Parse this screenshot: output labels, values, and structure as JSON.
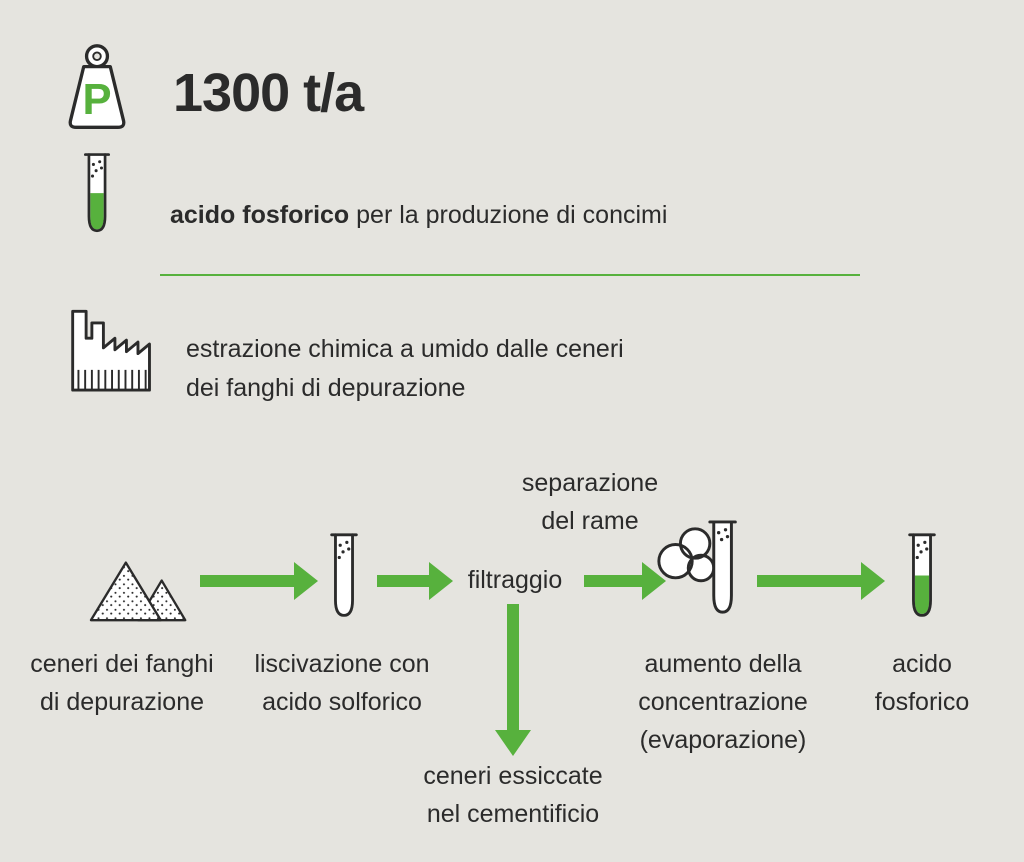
{
  "colors": {
    "green": "#57b13d",
    "background": "#e5e4df",
    "text": "#2b2b2b"
  },
  "header": {
    "element_symbol": "P",
    "amount": "1300 t/a",
    "product_bold": "acido fosforico",
    "product_rest": " per la produzione di concimi",
    "method": "estrazione chimica a umido dalle ceneri\ndei fanghi di depurazione"
  },
  "flow": {
    "annotation": "separazione\ndel rame",
    "steps": [
      {
        "id": "ceneri",
        "label": "ceneri dei fanghi\ndi depurazione"
      },
      {
        "id": "liscivazione",
        "label": "liscivazione con\nacido solforico"
      },
      {
        "id": "filtraggio",
        "label": "filtraggio"
      },
      {
        "id": "concentrazione",
        "label": "aumento della\nconcentrazione\n(evaporazione)"
      },
      {
        "id": "acido-fosforico",
        "label": "acido\nfosforico"
      }
    ],
    "branch_label": "ceneri essiccate\nnel cementificio"
  }
}
